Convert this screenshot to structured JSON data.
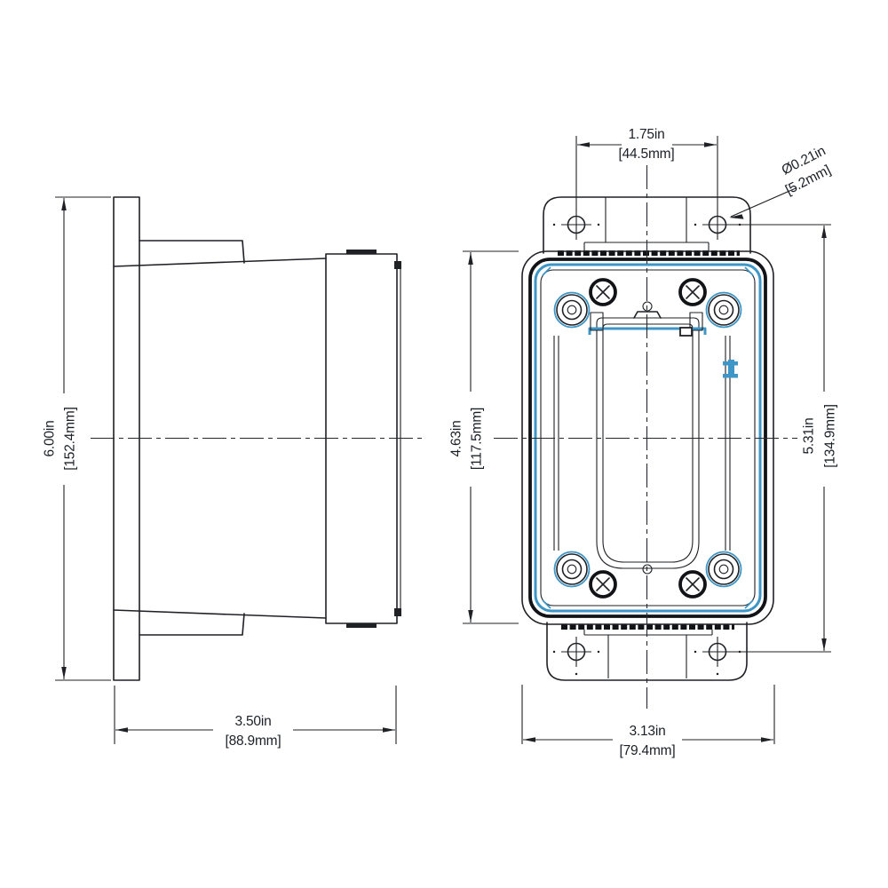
{
  "drawing": {
    "type": "engineering-dimension-drawing",
    "views": 2,
    "colors": {
      "line": "#1f2125",
      "accent_gasket": "#3e96c6",
      "background": "#ffffff"
    },
    "dimensions": {
      "overall_height": {
        "inches": "6.00in",
        "metric": "[152.4mm]"
      },
      "overall_depth": {
        "inches": "3.50in",
        "metric": "[88.9mm]"
      },
      "cover_height": {
        "inches": "4.63in",
        "metric": "[117.5mm]"
      },
      "hole_spacing_vertical": {
        "inches": "5.31in",
        "metric": "[134.9mm]"
      },
      "hole_spacing_horizontal": {
        "inches": "1.75in",
        "metric": "[44.5mm]"
      },
      "overall_width": {
        "inches": "3.13in",
        "metric": "[79.4mm]"
      },
      "mounting_hole_diameter": {
        "inches": "Ø0.21in",
        "metric": "[5.2mm]"
      }
    }
  }
}
